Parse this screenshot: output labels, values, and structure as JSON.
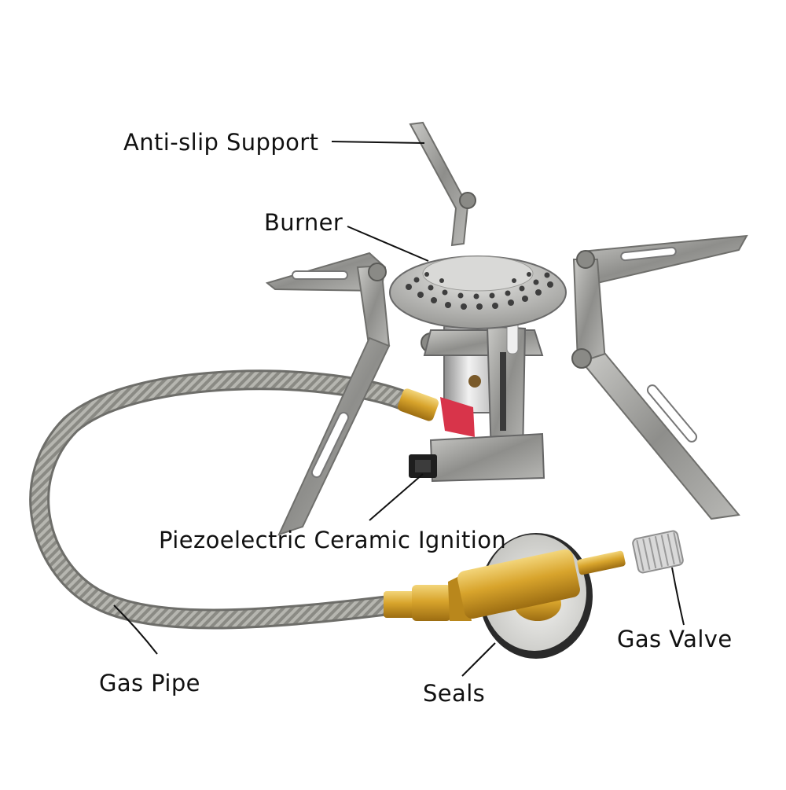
{
  "labels": {
    "support": "Anti-slip Support",
    "burner": "Burner",
    "ignition": "Piezoelectric Ceramic Ignition",
    "gas_valve": "Gas Valve",
    "gas_pipe": "Gas Pipe",
    "seals": "Seals"
  },
  "colors": {
    "steel": "#a3a3a0",
    "steel_dark": "#6f6f6c",
    "brass": "#d7a52a",
    "ignition_red": "#d8344a",
    "text": "#111111"
  }
}
